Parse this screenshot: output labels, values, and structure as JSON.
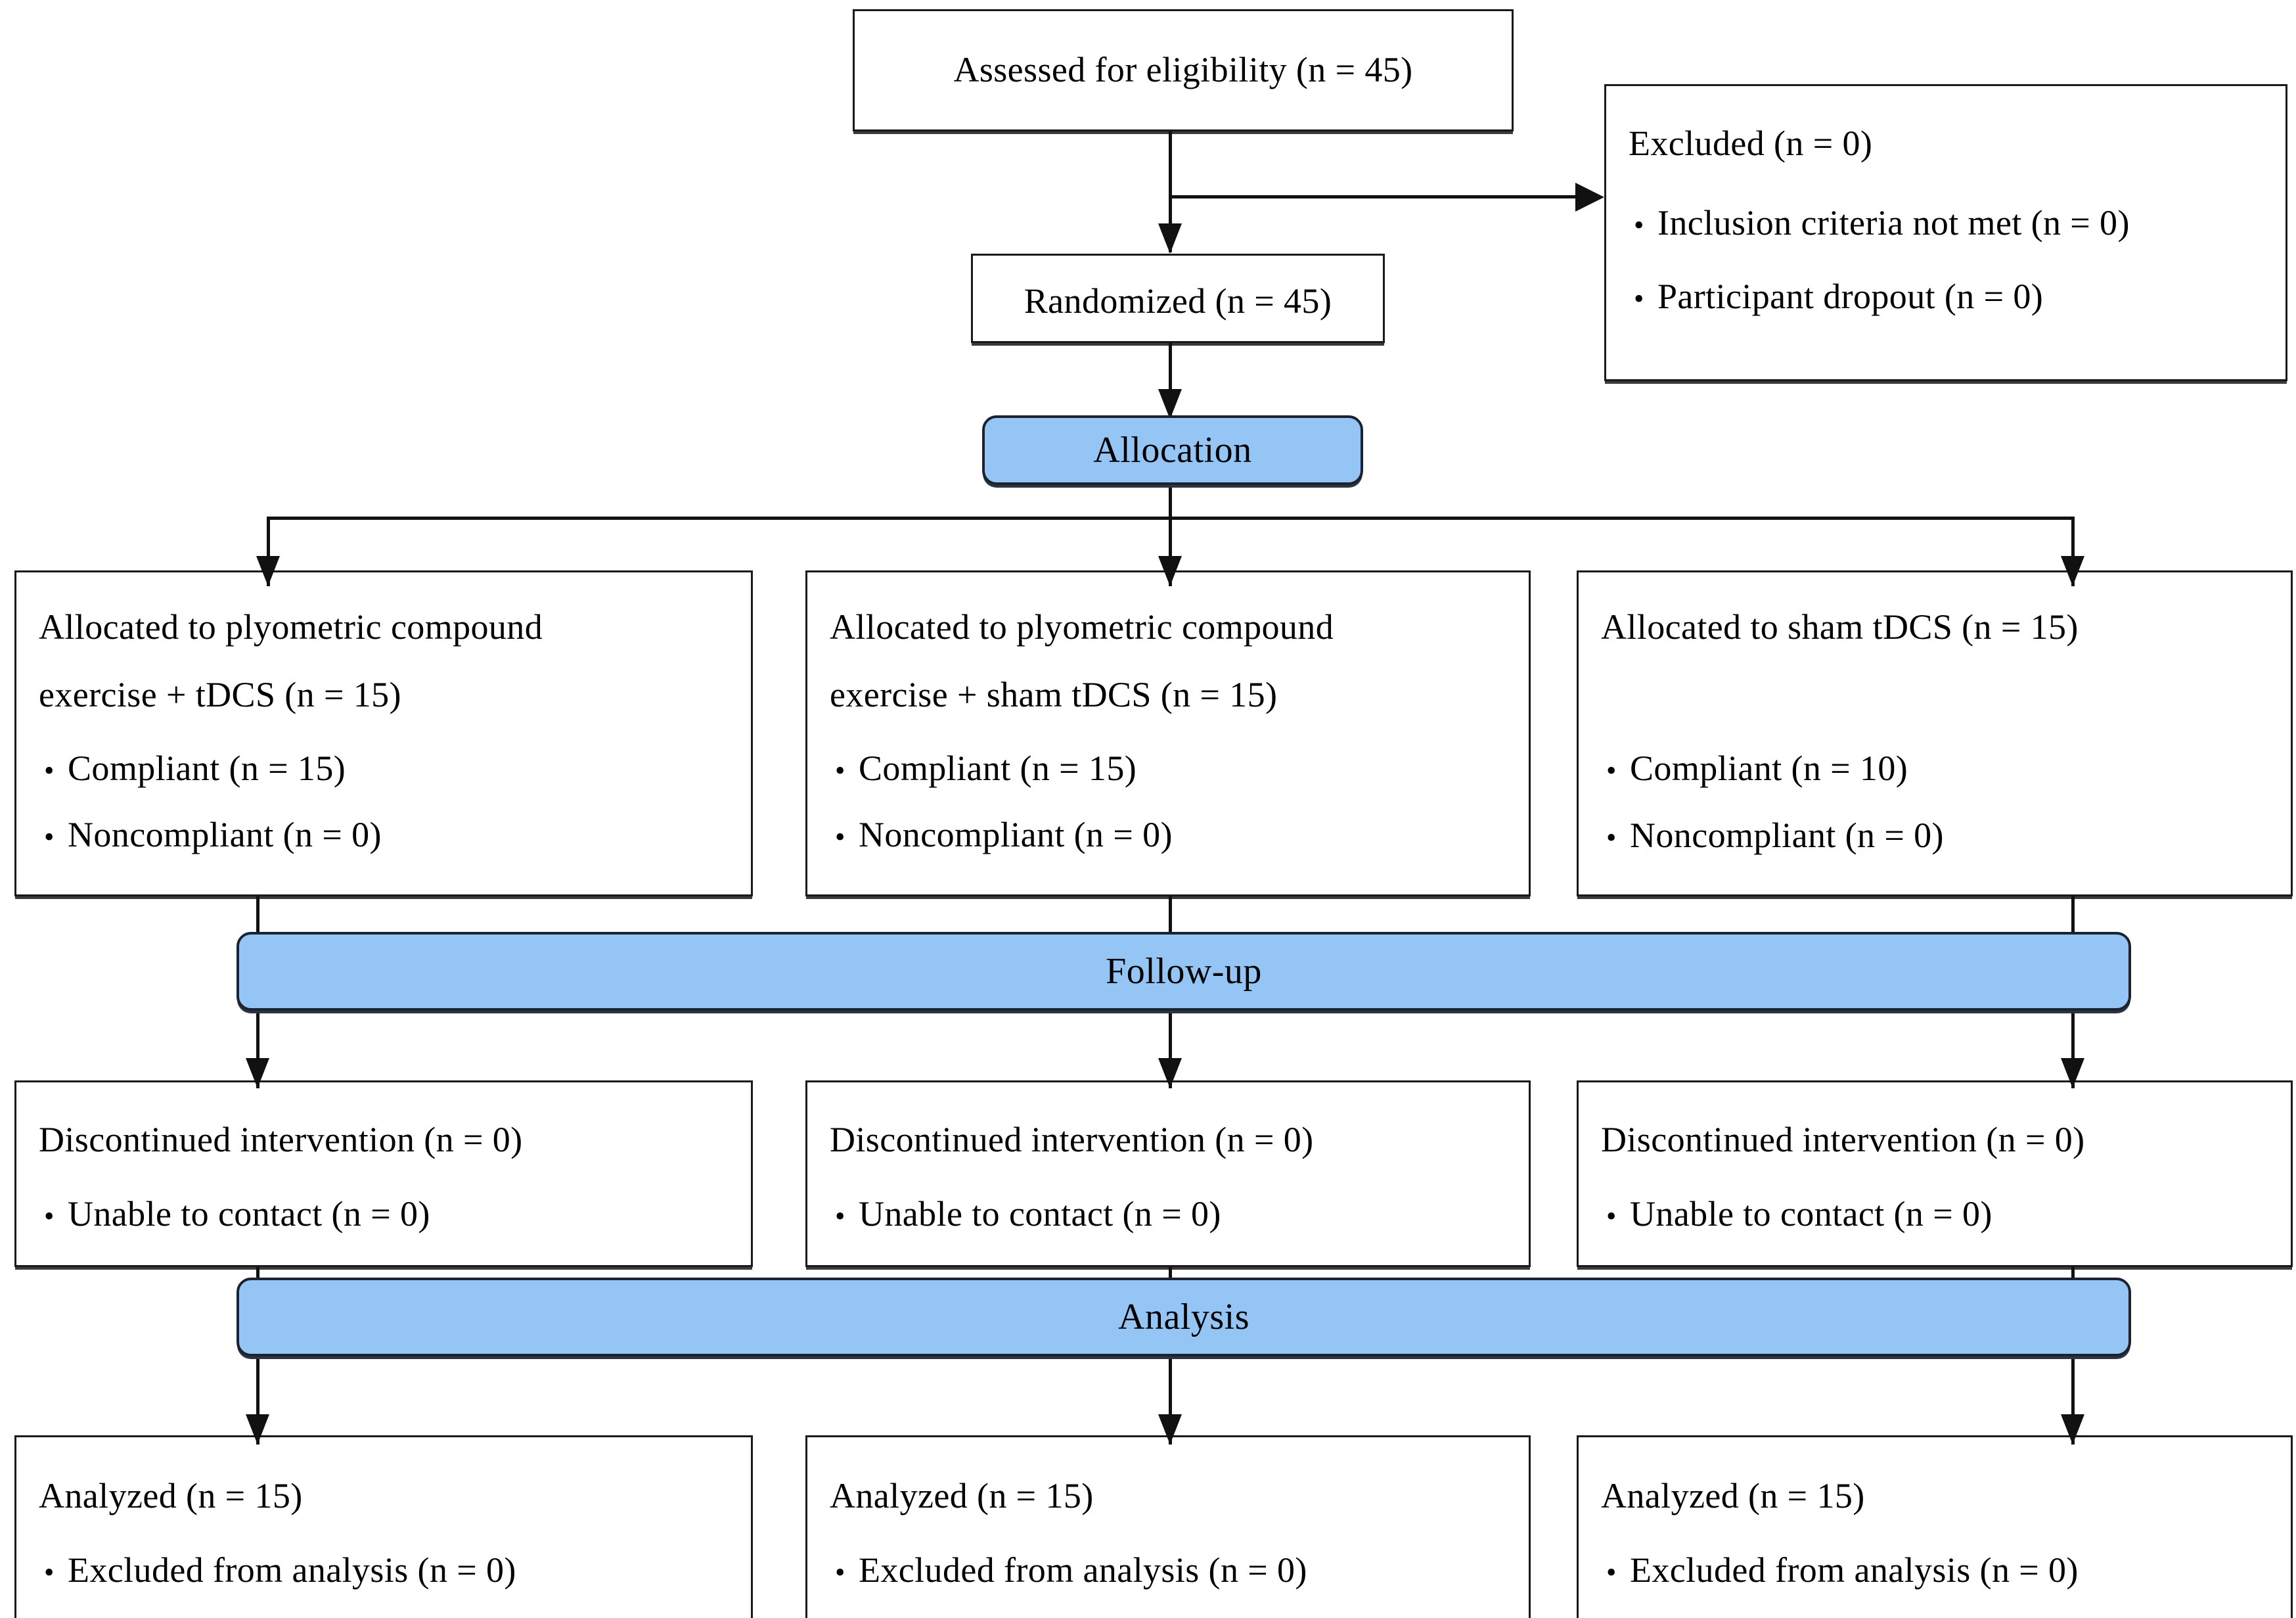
{
  "diagram": {
    "type": "consort-flow-diagram",
    "accent_color": "#95c5f5",
    "line_color": "#111111",
    "box_border_color": "#1a1a1a"
  },
  "enrollment": {
    "assessed": "Assessed for eligibility (n = 45)",
    "randomized": "Randomized (n = 45)",
    "excluded": {
      "title": "Excluded (n = 0)",
      "reasons": [
        "Inclusion criteria not met (n = 0)",
        "Participant dropout (n = 0)"
      ]
    }
  },
  "phases": {
    "allocation": "Allocation",
    "follow_up": "Follow-up",
    "analysis": "Analysis"
  },
  "allocation_row": [
    {
      "title_line1": "Allocated to plyometric compound",
      "title_line2": "exercise + tDCS (n = 15)",
      "bullets": [
        "Compliant (n = 15)",
        "Noncompliant (n = 0)"
      ]
    },
    {
      "title_line1": "Allocated to plyometric compound",
      "title_line2": "exercise + sham tDCS (n = 15)",
      "bullets": [
        "Compliant (n = 15)",
        "Noncompliant (n = 0)"
      ]
    },
    {
      "title_line1": "Allocated to sham tDCS (n = 15)",
      "title_line2": "",
      "bullets": [
        "Compliant (n = 10)",
        "Noncompliant (n = 0)"
      ]
    }
  ],
  "followup_row": [
    {
      "title": "Discontinued intervention (n = 0)",
      "bullets": [
        "Unable to contact (n = 0)"
      ]
    },
    {
      "title": "Discontinued intervention (n = 0)",
      "bullets": [
        "Unable to contact (n = 0)"
      ]
    },
    {
      "title": "Discontinued intervention (n = 0)",
      "bullets": [
        "Unable to contact (n = 0)"
      ]
    }
  ],
  "analysis_row": [
    {
      "title": "Analyzed (n = 15)",
      "bullets": [
        "Excluded from analysis (n = 0)"
      ]
    },
    {
      "title": "Analyzed (n = 15)",
      "bullets": [
        "Excluded from analysis (n = 0)"
      ]
    },
    {
      "title": "Analyzed (n = 15)",
      "bullets": [
        "Excluded from analysis (n = 0)"
      ]
    }
  ]
}
